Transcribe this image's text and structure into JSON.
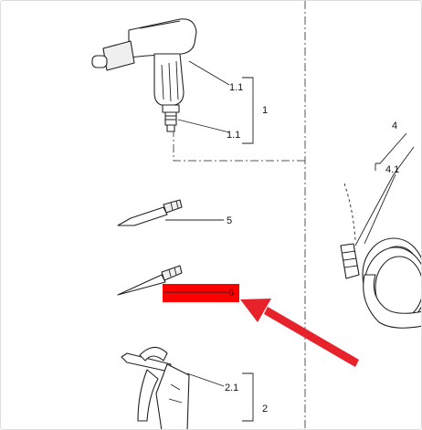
{
  "diagram": {
    "labels": {
      "l_1_1_a": "1.1",
      "l_1_1_b": "1.1",
      "l_1": "1",
      "l_5": "5",
      "l_6": "6",
      "l_2_1": "2.1",
      "l_2": "2",
      "l_4": "4",
      "l_4_1": "4.1"
    },
    "highlight": {
      "color": "#ff0000",
      "target_label": "6"
    },
    "arrow": {
      "color": "#e8222a"
    }
  }
}
